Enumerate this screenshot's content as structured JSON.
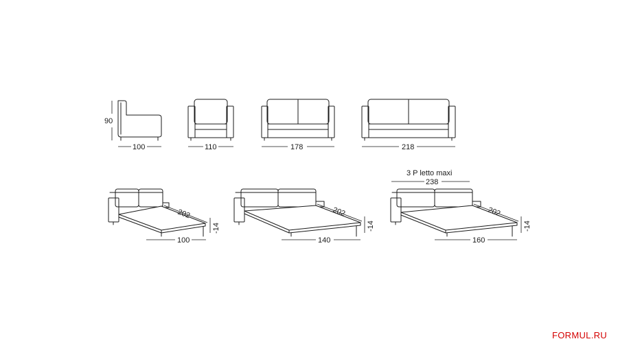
{
  "views": {
    "side": {
      "height": "90",
      "depth": "100"
    },
    "armchair": {
      "width": "110"
    },
    "sofa_2": {
      "width": "178"
    },
    "sofa_3": {
      "width": "218"
    }
  },
  "beds": [
    {
      "width": "100",
      "length": "202",
      "drop": "-14"
    },
    {
      "width": "140",
      "length": "202",
      "drop": "-14"
    },
    {
      "title": "3 P letto maxi",
      "overall": "238",
      "width": "160",
      "length": "202",
      "drop": "-14"
    }
  ],
  "brand": {
    "label": "FORMUL.RU",
    "color": "#d40000"
  }
}
